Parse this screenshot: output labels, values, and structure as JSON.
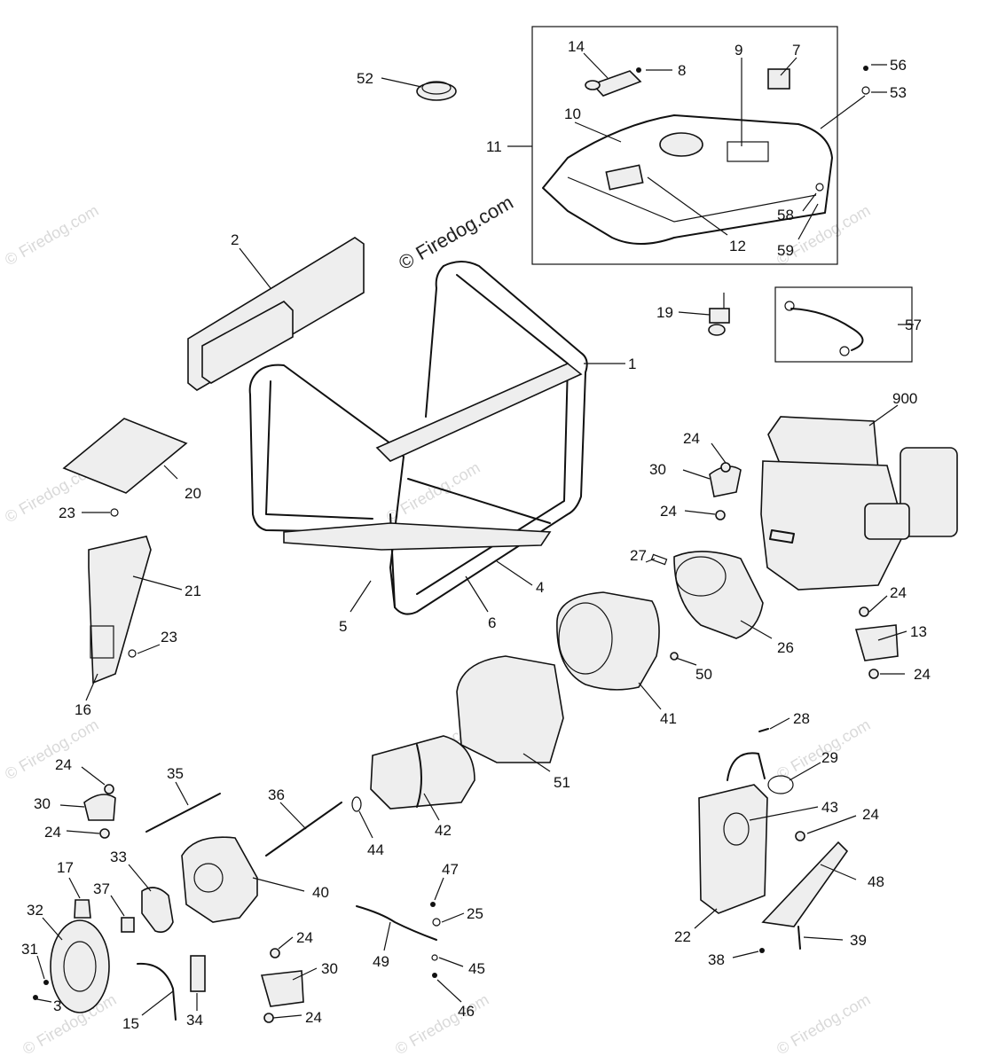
{
  "watermark": "© Firedog.com",
  "main_watermark": "© Firedog.com",
  "callouts": [
    {
      "id": "c52",
      "text": "52"
    },
    {
      "id": "c14",
      "text": "14"
    },
    {
      "id": "c8",
      "text": "8"
    },
    {
      "id": "c9",
      "text": "9"
    },
    {
      "id": "c7",
      "text": "7"
    },
    {
      "id": "c56",
      "text": "56"
    },
    {
      "id": "c53",
      "text": "53"
    },
    {
      "id": "c10",
      "text": "10"
    },
    {
      "id": "c11",
      "text": "11"
    },
    {
      "id": "c12",
      "text": "12"
    },
    {
      "id": "c58",
      "text": "58"
    },
    {
      "id": "c59",
      "text": "59"
    },
    {
      "id": "c2",
      "text": "2"
    },
    {
      "id": "c19",
      "text": "19"
    },
    {
      "id": "c57",
      "text": "57"
    },
    {
      "id": "c1",
      "text": "1"
    },
    {
      "id": "c900",
      "text": "900"
    },
    {
      "id": "c20",
      "text": "20"
    },
    {
      "id": "c24a",
      "text": "24"
    },
    {
      "id": "c30a",
      "text": "30"
    },
    {
      "id": "c24b",
      "text": "24"
    },
    {
      "id": "c23a",
      "text": "23"
    },
    {
      "id": "c21",
      "text": "21"
    },
    {
      "id": "c27",
      "text": "27"
    },
    {
      "id": "c4",
      "text": "4"
    },
    {
      "id": "c24c",
      "text": "24"
    },
    {
      "id": "c13",
      "text": "13"
    },
    {
      "id": "c5",
      "text": "5"
    },
    {
      "id": "c6",
      "text": "6"
    },
    {
      "id": "c26",
      "text": "26"
    },
    {
      "id": "c23b",
      "text": "23"
    },
    {
      "id": "c50",
      "text": "50"
    },
    {
      "id": "c24d",
      "text": "24"
    },
    {
      "id": "c16",
      "text": "16"
    },
    {
      "id": "c41",
      "text": "41"
    },
    {
      "id": "c28",
      "text": "28"
    },
    {
      "id": "c24e",
      "text": "24"
    },
    {
      "id": "c29",
      "text": "29"
    },
    {
      "id": "c35",
      "text": "35"
    },
    {
      "id": "c51",
      "text": "51"
    },
    {
      "id": "c30b",
      "text": "30"
    },
    {
      "id": "c36",
      "text": "36"
    },
    {
      "id": "c43",
      "text": "43"
    },
    {
      "id": "c24f",
      "text": "24"
    },
    {
      "id": "c24g",
      "text": "24"
    },
    {
      "id": "c42",
      "text": "42"
    },
    {
      "id": "c44",
      "text": "44"
    },
    {
      "id": "c17",
      "text": "17"
    },
    {
      "id": "c33",
      "text": "33"
    },
    {
      "id": "c47",
      "text": "47"
    },
    {
      "id": "c48",
      "text": "48"
    },
    {
      "id": "c37",
      "text": "37"
    },
    {
      "id": "c32",
      "text": "32"
    },
    {
      "id": "c40",
      "text": "40"
    },
    {
      "id": "c25",
      "text": "25"
    },
    {
      "id": "c22",
      "text": "22"
    },
    {
      "id": "c24h",
      "text": "24"
    },
    {
      "id": "c39",
      "text": "39"
    },
    {
      "id": "c31",
      "text": "31"
    },
    {
      "id": "c30c",
      "text": "30"
    },
    {
      "id": "c49",
      "text": "49"
    },
    {
      "id": "c45",
      "text": "45"
    },
    {
      "id": "c38",
      "text": "38"
    },
    {
      "id": "c3",
      "text": "3"
    },
    {
      "id": "c46",
      "text": "46"
    },
    {
      "id": "c15",
      "text": "15"
    },
    {
      "id": "c34",
      "text": "34"
    },
    {
      "id": "c24i",
      "text": "24"
    }
  ]
}
